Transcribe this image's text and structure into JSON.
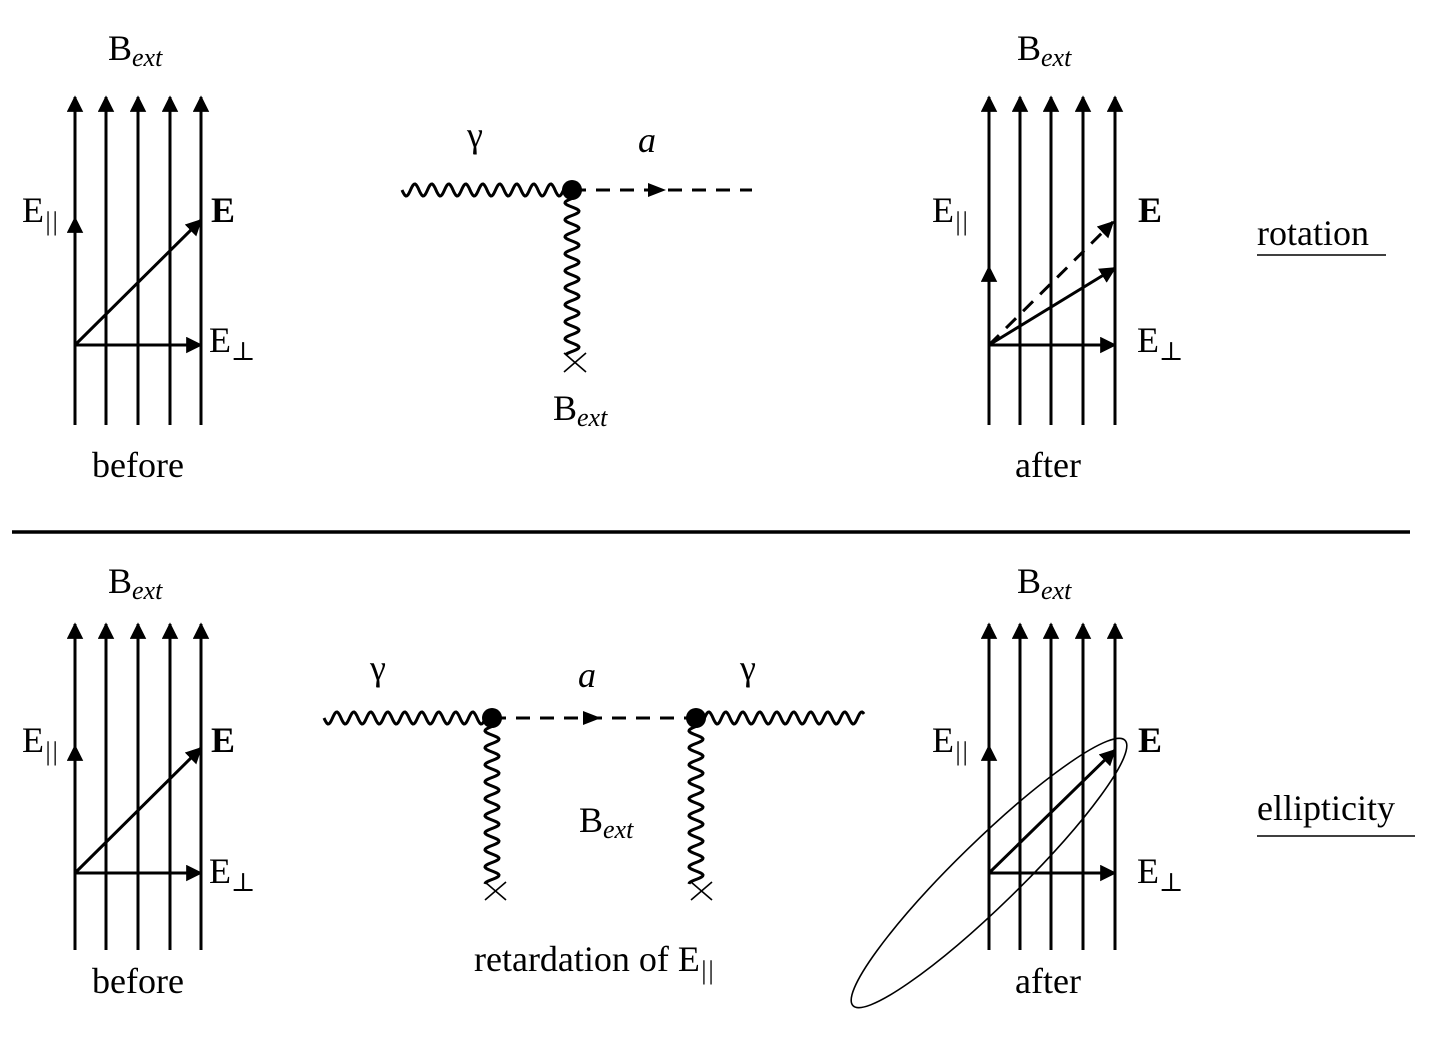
{
  "rotation_panel": {
    "before": {
      "field_label": "B",
      "field_sub": "ext",
      "e_parallel": "E",
      "e_parallel_sub": "||",
      "e_vector": "E",
      "e_perp": "E",
      "e_perp_sub": "⊥",
      "caption": "before"
    },
    "diagram": {
      "photon": "γ",
      "axion": "a",
      "field_label": "B",
      "field_sub": "ext"
    },
    "after": {
      "field_label": "B",
      "field_sub": "ext",
      "e_parallel": "E",
      "e_parallel_sub": "||",
      "e_vector": "E",
      "e_perp": "E",
      "e_perp_sub": "⊥",
      "caption": "after"
    },
    "effect_label": "rotation"
  },
  "ellipticity_panel": {
    "before": {
      "field_label": "B",
      "field_sub": "ext",
      "e_parallel": "E",
      "e_parallel_sub": "||",
      "e_vector": "E",
      "e_perp": "E",
      "e_perp_sub": "⊥",
      "caption": "before"
    },
    "diagram": {
      "photon_in": "γ",
      "axion": "a",
      "photon_out": "γ",
      "field_label": "B",
      "field_sub": "ext",
      "caption_text": "retardation of E",
      "caption_sub": "||"
    },
    "after": {
      "field_label": "B",
      "field_sub": "ext",
      "e_parallel": "E",
      "e_parallel_sub": "||",
      "e_vector": "E",
      "e_perp": "E",
      "e_perp_sub": "⊥",
      "caption": "after"
    },
    "effect_label": "ellipticity"
  }
}
